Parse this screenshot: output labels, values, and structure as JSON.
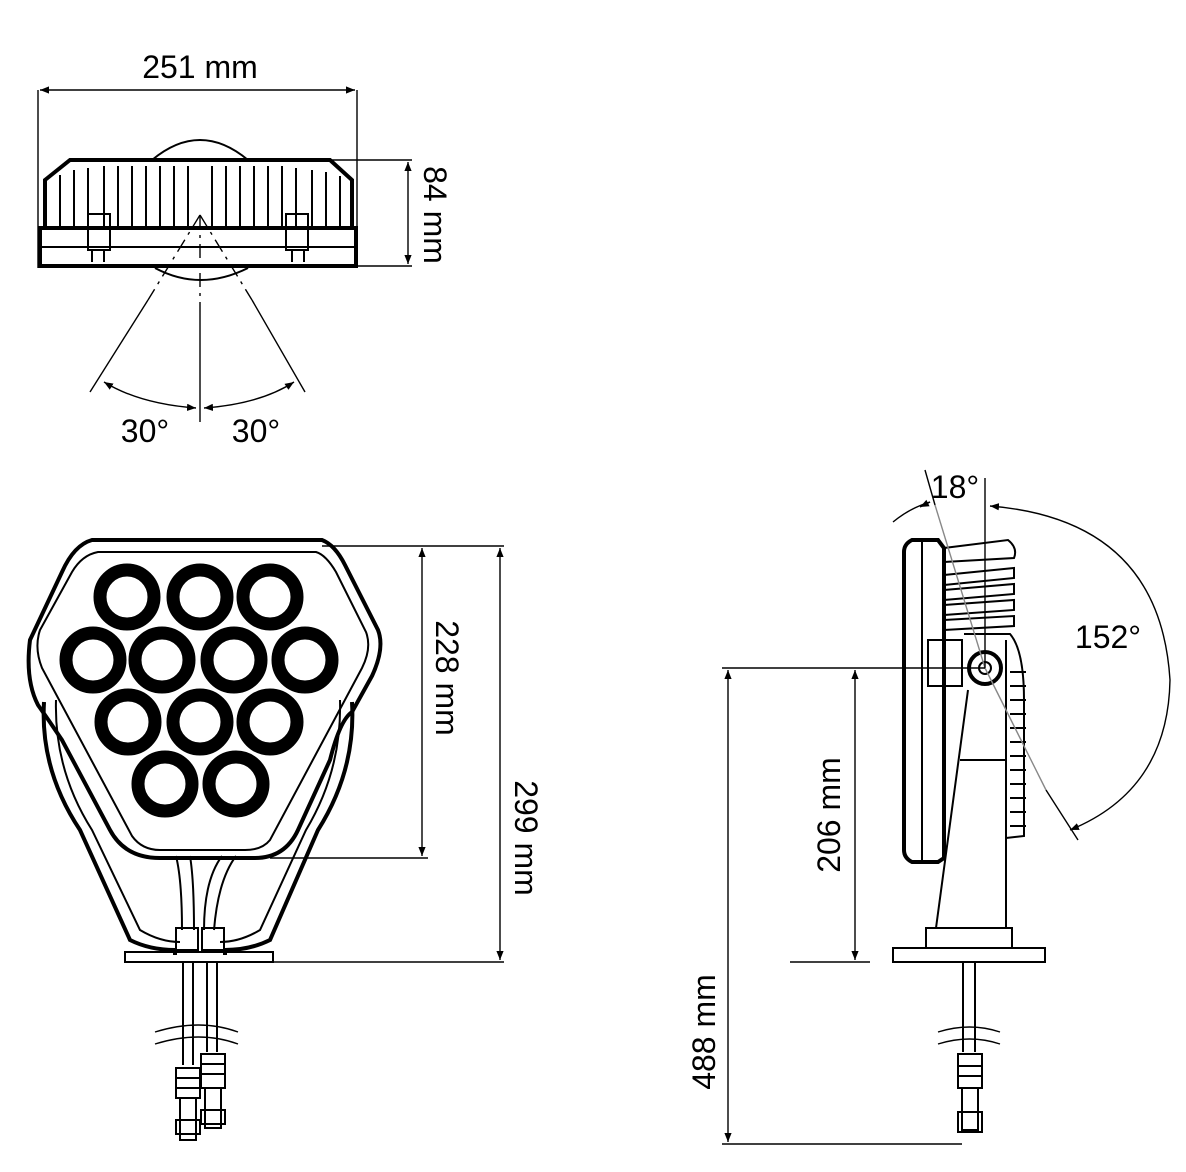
{
  "dimensions": {
    "top_width": "251 mm",
    "top_height": "84 mm",
    "beam_left": "30°",
    "beam_right": "30°",
    "front_height_body": "228 mm",
    "front_height_total": "299 mm",
    "side_tilt_back": "18°",
    "side_tilt_range": "152°",
    "side_pivot_height": "206 mm",
    "side_total_height": "488 mm"
  }
}
